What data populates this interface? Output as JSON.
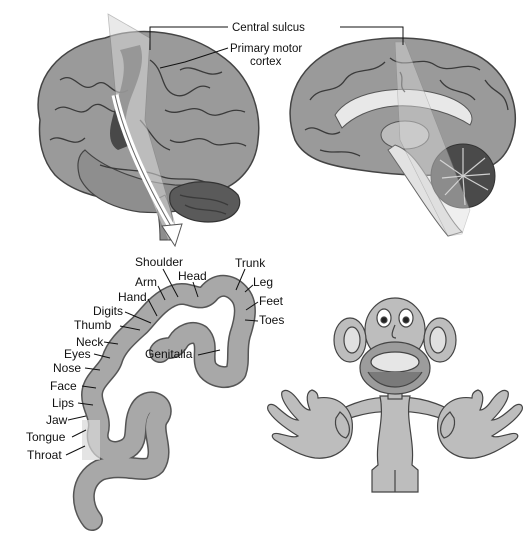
{
  "colors": {
    "brain_fill": "#9a9a9a",
    "brain_dark": "#5a5a5a",
    "strip_fill": "#a8a8a8",
    "strip_stroke": "#555555",
    "homunculus_fill": "#bdbdbd",
    "homunculus_stroke": "#444444",
    "text": "#111111",
    "background": "#ffffff"
  },
  "brain_labels": {
    "central_sulcus": "Central sulcus",
    "primary_motor_line1": "Primary motor",
    "primary_motor_line2": "cortex"
  },
  "strip_labels": [
    "Shoulder",
    "Head",
    "Trunk",
    "Arm",
    "Leg",
    "Hand",
    "Feet",
    "Digits",
    "Toes",
    "Thumb",
    "Neck",
    "Genitalia",
    "Eyes",
    "Nose",
    "Face",
    "Lips",
    "Jaw",
    "Tongue",
    "Throat"
  ],
  "icons": {
    "lateral_brain": "lateral-brain-illustration",
    "medial_brain": "medial-brain-illustration",
    "motor_strip": "motor-cortex-strip",
    "homunculus": "motor-homunculus-figure"
  }
}
